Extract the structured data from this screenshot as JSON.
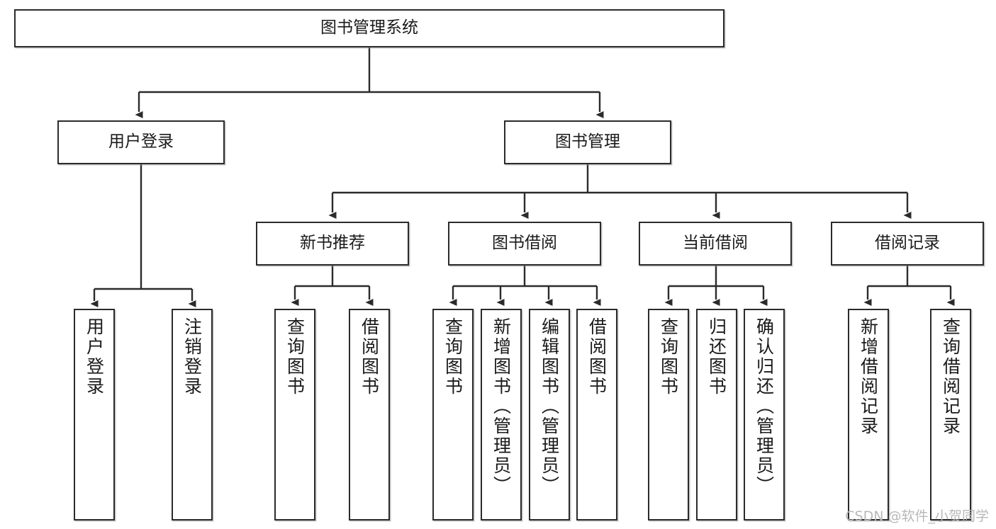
{
  "diagram": {
    "title": "图书管理系统",
    "type": "tree-hierarchy-diagram",
    "colors": {
      "box_border": "#2b2b2b",
      "box_fill": "#ffffff",
      "connector": "#2b2b2b",
      "text": "#1a1a1a",
      "watermark": "#b8b8b8",
      "background": "#ffffff"
    },
    "nodes": {
      "root": {
        "label": "图书管理系统"
      },
      "level2": [
        {
          "label": "用户登录"
        },
        {
          "label": "图书管理"
        }
      ],
      "level3": [
        {
          "label": "新书推荐"
        },
        {
          "label": "图书借阅"
        },
        {
          "label": "当前借阅"
        },
        {
          "label": "借阅记录"
        }
      ],
      "leaves_user_login": [
        {
          "label": "用户登录"
        },
        {
          "label": "注销登录"
        }
      ],
      "leaves_new_book": [
        {
          "label": "查询图书"
        },
        {
          "label": "借阅图书"
        }
      ],
      "leaves_borrow": [
        {
          "label": "查询图书"
        },
        {
          "label": "新增图书（管理员）"
        },
        {
          "label": "编辑图书（管理员）"
        },
        {
          "label": "借阅图书"
        }
      ],
      "leaves_current": [
        {
          "label": "查询图书"
        },
        {
          "label": "归还图书"
        },
        {
          "label": "确认归还（管理员）"
        }
      ],
      "leaves_records": [
        {
          "label": "新增借阅记录"
        },
        {
          "label": "查询借阅记录"
        }
      ]
    }
  },
  "watermark": {
    "text": "CSDN @软件_小贺同学"
  }
}
